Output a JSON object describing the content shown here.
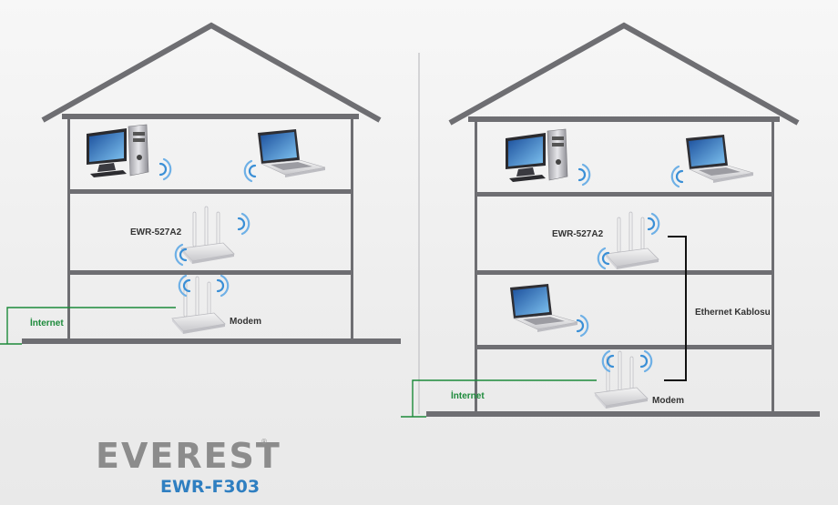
{
  "brand": {
    "name": "EVEREST",
    "registered": "®",
    "model": "EWR-F303"
  },
  "left_house": {
    "extender_label": "EWR-527A2",
    "modem_label": "Modem",
    "internet_label": "İnternet"
  },
  "right_house": {
    "extender_label": "EWR-527A2",
    "modem_label": "Modem",
    "internet_label": "İnternet",
    "cable_label": "Ethernet Kablosu"
  },
  "colors": {
    "house": "#6e6e72",
    "wifi": "#3a8fd6",
    "internet_line": "#1c8a3a",
    "cable": "#111111",
    "model": "#2f7fc1"
  },
  "icons": [
    "desktop-pc-icon",
    "laptop-icon",
    "router-icon",
    "wifi-waves-icon"
  ]
}
